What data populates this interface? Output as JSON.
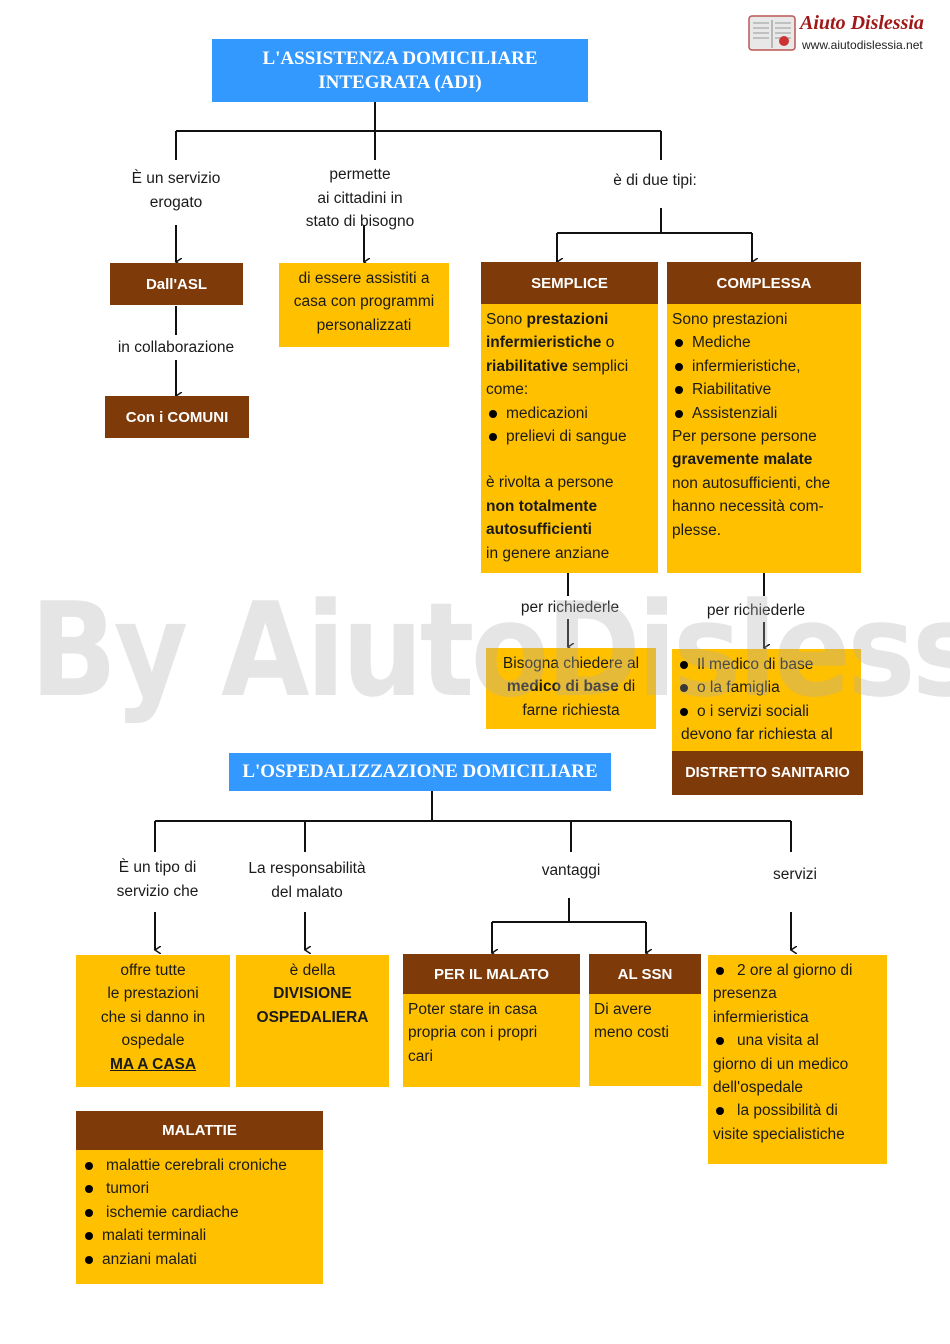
{
  "logo": {
    "brand": "Aiuto Dislessia",
    "site": "www.aiutodislessia.net"
  },
  "watermark": "By AiutoDislessia.net",
  "adi": {
    "title_line1": "L'ASSISTENZA DOMICILIARE",
    "title_line2": "INTEGRATA (ADI)",
    "branch1_label_l1": "È un servizio",
    "branch1_label_l2": "erogato",
    "asl": "Dall'ASL",
    "collab_label": "in collaborazione",
    "comuni": "Con i COMUNI",
    "branch2_label_l1": "permette",
    "branch2_label_l2": "ai cittadini in",
    "branch2_label_l3": "stato di bisogno",
    "branch2_box_l1": "di essere assistiti a",
    "branch2_box_l2": "casa con programmi",
    "branch2_box_l3": "personalizzati",
    "branch3_label": "è  di due tipi:",
    "semplice": {
      "header": "SEMPLICE",
      "l1_a": "Sono ",
      "l1_b": "prestazioni",
      "l2_a": "infermieristiche",
      "l2_b": " o",
      "l3_a": "riabilitative",
      "l3_b": " semplici",
      "l4": "come:",
      "bullets": [
        "medicazioni",
        "prelievi di sangue"
      ],
      "l5": "è rivolta a persone",
      "l6": "non totalmente",
      "l7": "autosufficienti",
      "l8": "in genere anziane",
      "req_label": "per richiederle",
      "req_l1": "Bisogna chiedere al",
      "req_l2_b": "medico di base",
      "req_l2_c": " di",
      "req_l3": "farne richiesta"
    },
    "complessa": {
      "header": "COMPLESSA",
      "l1": "Sono  prestazioni",
      "bullets": [
        "Mediche",
        "infermieristiche,",
        "Riabilitative",
        "Assistenziali"
      ],
      "l2": "Per persone persone",
      "l3": "gravemente malate",
      "l4": "non autosufficienti, che",
      "l5": "hanno necessità com-",
      "l6": "plesse.",
      "req_label": "per richiederle",
      "req_bullets": [
        "Il medico di base",
        "o la famiglia",
        "o i servizi sociali"
      ],
      "req_tail": "devono far richiesta al",
      "distretto": "DISTRETTO SANITARIO"
    }
  },
  "od": {
    "title": "L'OSPEDALIZZAZIONE DOMICILIARE",
    "b1_label_l1": "È un tipo di",
    "b1_label_l2": "servizio che",
    "b1_box": [
      "offre tutte",
      "le prestazioni",
      "che si danno in",
      "ospedale"
    ],
    "b1_box_u": "MA A CASA",
    "b2_label_l1": "La responsabilità",
    "b2_label_l2": "del malato",
    "b2_box_l1": "è della",
    "b2_box_l2": "DIVISIONE",
    "b2_box_l3": "OSPEDALIERA",
    "b3_label": "vantaggi",
    "malato_header": "PER IL MALATO",
    "malato_text": [
      "Poter stare in casa",
      "propria  con i propri",
      "cari"
    ],
    "ssn_header": "AL SSN",
    "ssn_text": [
      "Di avere",
      "meno costi"
    ],
    "b4_label": "servizi",
    "servizi": [
      {
        "b": "2 ore al giorno di",
        "rest": [
          "presenza",
          "infermieristica"
        ]
      },
      {
        "b": "una visita al",
        "rest": [
          "giorno di un medico",
          "dell'ospedale"
        ]
      },
      {
        "b": "la possibilità di",
        "rest": [
          "visite specialistiche"
        ]
      }
    ],
    "malattie_header": "MALATTIE",
    "malattie": [
      "malattie cerebrali croniche",
      "tumori",
      "ischemie cardiache",
      "malati terminali",
      "anziani malati"
    ]
  },
  "colors": {
    "title_bg": "#3399ff",
    "brown": "#7f3a0a",
    "yellow": "#ffc000"
  }
}
